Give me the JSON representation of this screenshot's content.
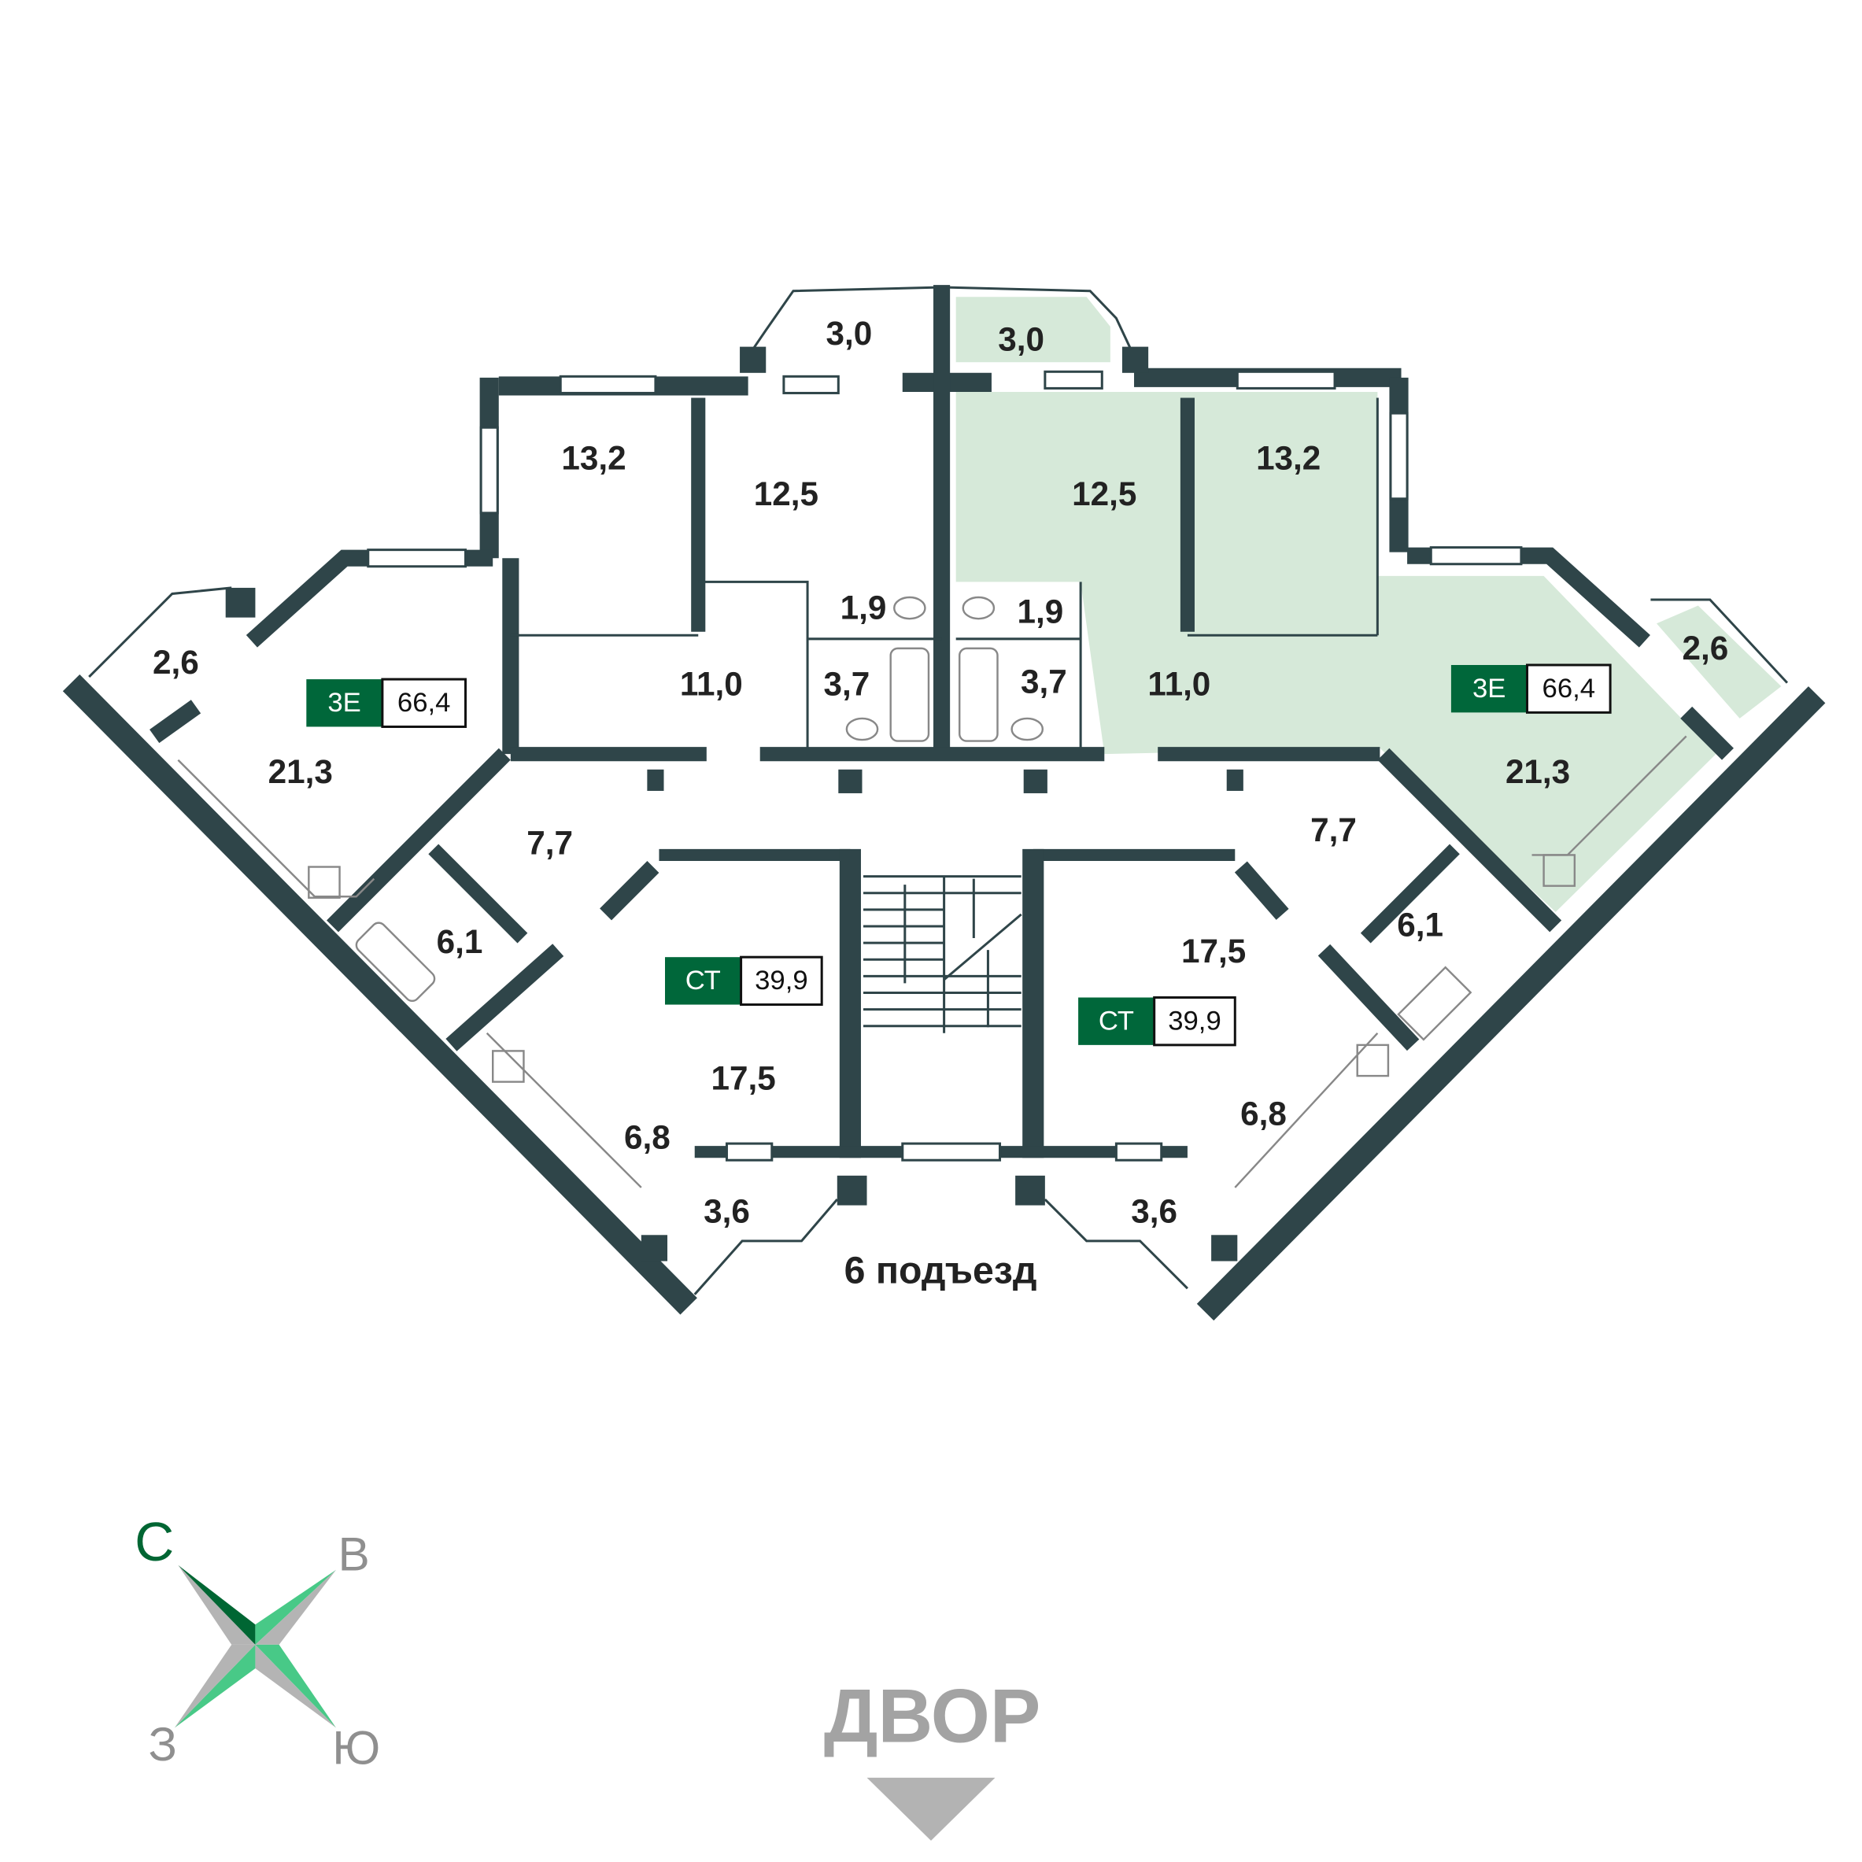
{
  "colors": {
    "wall": "#2f4549",
    "highlight": "#d6e9d9",
    "badge": "#00673a",
    "compass_dark": "#006633",
    "compass_light": "#48c987",
    "compass_gray": "#b4b4b4",
    "label_gray": "#8f8f8f"
  },
  "rooms": [
    "3,0",
    "3,0",
    "13,2",
    "12,5",
    "12,5",
    "13,2",
    "1,9",
    "1,9",
    "3,7",
    "3,7",
    "11,0",
    "11,0",
    "2,6",
    "2,6",
    "21,3",
    "21,3",
    "7,7",
    "7,7",
    "6,1",
    "6,1",
    "17,5",
    "17,5",
    "6,8",
    "6,8",
    "3,6",
    "3,6"
  ],
  "badges": [
    {
      "type": "3Е",
      "area": "66,4"
    },
    {
      "type": "3Е",
      "area": "66,4"
    },
    {
      "type": "СТ",
      "area": "39,9"
    },
    {
      "type": "СТ",
      "area": "39,9"
    }
  ],
  "entrance_label": "6 подъезд",
  "yard_label": "ДВОР",
  "compass": {
    "north": "С",
    "east": "В",
    "west": "З",
    "south": "Ю"
  }
}
